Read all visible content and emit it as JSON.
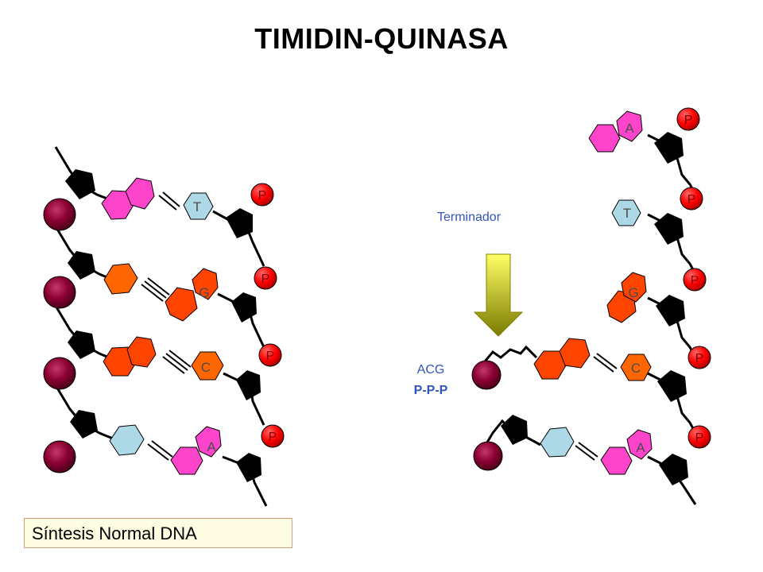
{
  "title": "TIMIDIN-QUINASA",
  "caption": "Síntesis Normal DNA",
  "labels": {
    "terminator": "Terminador",
    "nucleotide_bases": "ACG",
    "nucleotide_phosphates": "P-P-P"
  },
  "left_strand": {
    "complement_bases": [
      "T",
      "G",
      "C",
      "A"
    ],
    "phosphates": [
      "P",
      "P",
      "P",
      "P"
    ]
  },
  "right_strand": {
    "template_bases": [
      "A",
      "T",
      "G",
      "C",
      "A"
    ],
    "phosphates": [
      "P",
      "P",
      "P",
      "P",
      "P"
    ]
  },
  "colors": {
    "magenta_base": "#ff44cc",
    "orange_base": "#ff6600",
    "orange_red_base": "#ff4400",
    "light_blue_base": "#add8e6",
    "sugar": "#000000",
    "phosphate": "#ff0000",
    "phosphate_label": "#800000",
    "ribose_ball": "#8b0033",
    "arrow_top": "#ffff66",
    "arrow_bottom": "#7a7a00",
    "label_blue": "#3355bb",
    "caption_bg": "#fffde1"
  }
}
